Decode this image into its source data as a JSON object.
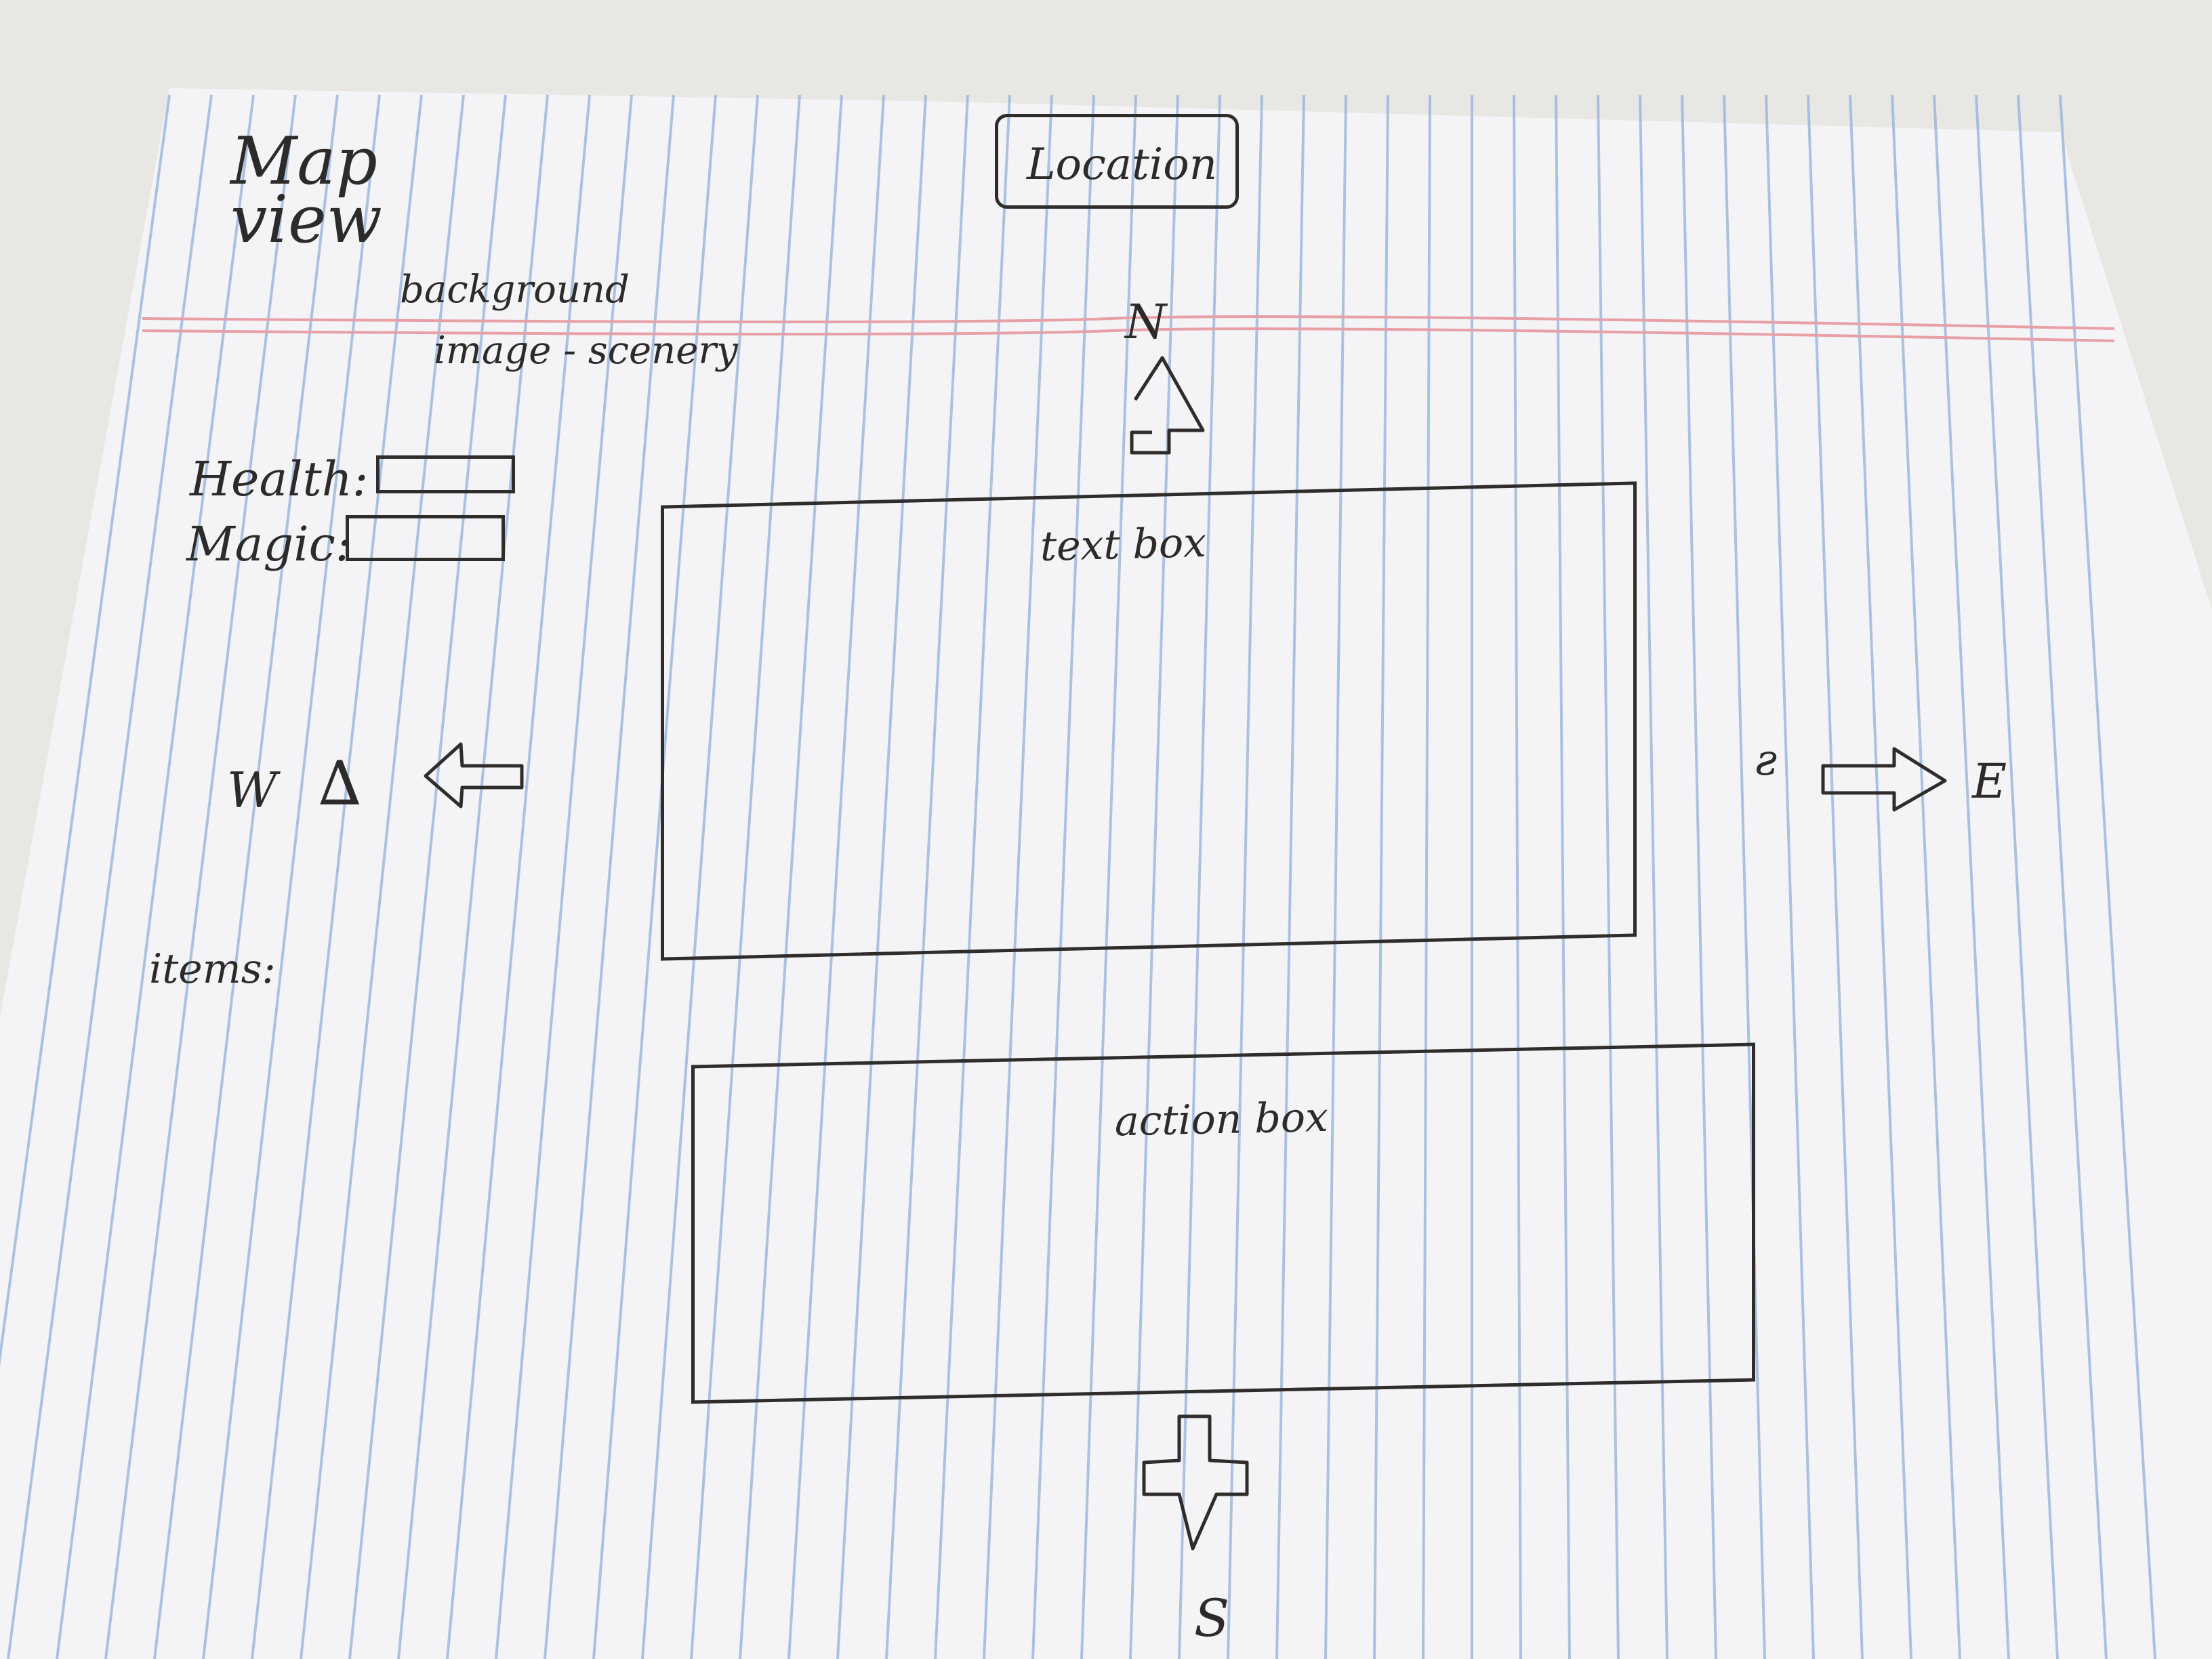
{
  "colors": {
    "paper": "#f4f3f6",
    "rule_line": "#93b1dc",
    "margin_line": "#e6a0a6",
    "ink": "#2f2d2c",
    "background": "#e9e7e4"
  },
  "header": {
    "view_name": "Map view",
    "location_label": "Location"
  },
  "background_note": {
    "line1": "background",
    "line2": "image - scenery"
  },
  "stats": {
    "health_label": "Health:",
    "magic_label": "Magic:"
  },
  "inventory": {
    "items_label": "items:"
  },
  "panels": {
    "text_box_label": "text box",
    "action_box_label": "action box"
  },
  "compass": {
    "north": "N",
    "south": "S",
    "east": "E",
    "west": "W"
  },
  "icons": {
    "north": "arrow-up-icon",
    "south": "arrow-down-icon",
    "east": "arrow-right-icon",
    "west": "arrow-left-icon"
  }
}
